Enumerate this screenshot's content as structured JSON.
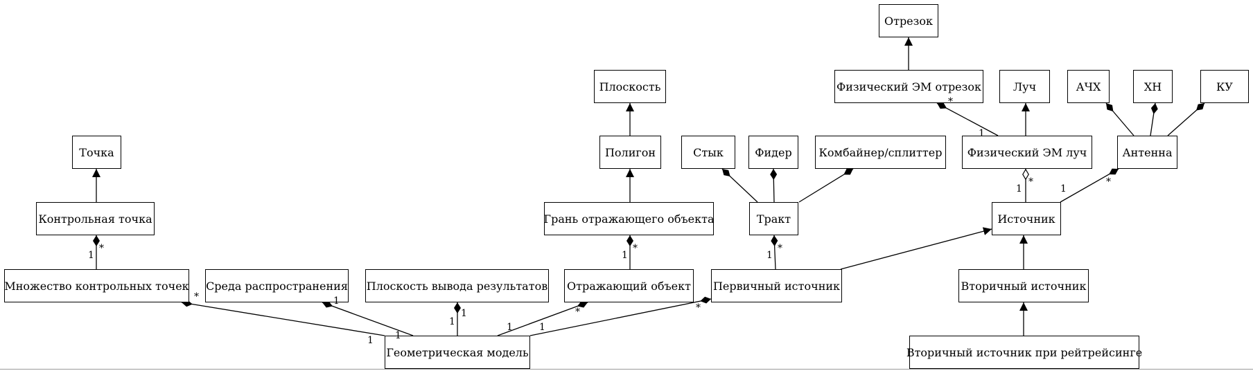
{
  "nodes": [
    {
      "id": "otrezok",
      "label": "Отрезок"
    },
    {
      "id": "ploskost",
      "label": "Плоскость"
    },
    {
      "id": "fiz-em-otrezok",
      "label": "Физический ЭМ отрезок"
    },
    {
      "id": "luch",
      "label": "Луч"
    },
    {
      "id": "achh",
      "label": "АЧХ"
    },
    {
      "id": "hn",
      "label": "ХН"
    },
    {
      "id": "ku",
      "label": "КУ"
    },
    {
      "id": "tochka",
      "label": "Точка"
    },
    {
      "id": "poligon",
      "label": "Полигон"
    },
    {
      "id": "styk",
      "label": "Стык"
    },
    {
      "id": "fider",
      "label": "Фидер"
    },
    {
      "id": "kombainer",
      "label": "Комбайнер/сплиттер"
    },
    {
      "id": "fiz-em-luch",
      "label": "Физический ЭМ луч"
    },
    {
      "id": "antenna",
      "label": "Антенна"
    },
    {
      "id": "kontrolnaya-tochka",
      "label": "Контрольная точка"
    },
    {
      "id": "gran",
      "label": "Грань отражающего объекта"
    },
    {
      "id": "trakt",
      "label": "Тракт"
    },
    {
      "id": "istochnik",
      "label": "Источник"
    },
    {
      "id": "mnozhestvo",
      "label": "Множество контрольных точек"
    },
    {
      "id": "sreda",
      "label": "Среда распространения"
    },
    {
      "id": "ploskost-vyvoda",
      "label": "Плоскость вывода результатов"
    },
    {
      "id": "otrazhayushiy",
      "label": "Отражающий объект"
    },
    {
      "id": "pervichny",
      "label": "Первичный источник"
    },
    {
      "id": "vtorichny",
      "label": "Вторичный источник"
    },
    {
      "id": "vtorichny-rt",
      "label": "Вторичный источник при рейтрейсинге"
    },
    {
      "id": "geom-model",
      "label": "Геометрическая модель"
    }
  ],
  "edges": [
    {
      "from": "fiz-em-otrezok",
      "to": "otrezok",
      "kind": "inheritance"
    },
    {
      "from": "poligon",
      "to": "ploskost",
      "kind": "inheritance"
    },
    {
      "from": "fiz-em-luch",
      "to": "luch",
      "kind": "inheritance"
    },
    {
      "from": "kontrolnaya-tochka",
      "to": "tochka",
      "kind": "inheritance"
    },
    {
      "from": "gran",
      "to": "poligon",
      "kind": "inheritance"
    },
    {
      "from": "pervichny",
      "to": "istochnik",
      "kind": "inheritance"
    },
    {
      "from": "vtorichny",
      "to": "istochnik",
      "kind": "inheritance"
    },
    {
      "from": "vtorichny-rt",
      "to": "vtorichny",
      "kind": "inheritance"
    },
    {
      "from": "fiz-em-luch",
      "to": "fiz-em-otrezok",
      "kind": "composition",
      "near_whole": "*",
      "near_part": "1"
    },
    {
      "from": "antenna",
      "to": "achh",
      "kind": "composition"
    },
    {
      "from": "antenna",
      "to": "hn",
      "kind": "composition"
    },
    {
      "from": "antenna",
      "to": "ku",
      "kind": "composition"
    },
    {
      "from": "trakt",
      "to": "styk",
      "kind": "composition"
    },
    {
      "from": "trakt",
      "to": "fider",
      "kind": "composition"
    },
    {
      "from": "trakt",
      "to": "kombainer",
      "kind": "composition"
    },
    {
      "from": "istochnik",
      "to": "fiz-em-luch",
      "kind": "aggregation",
      "near_whole": "*",
      "near_part": "1"
    },
    {
      "from": "istochnik",
      "to": "antenna",
      "kind": "composition",
      "near_whole": "*",
      "near_part": "1"
    },
    {
      "from": "mnozhestvo",
      "to": "kontrolnaya-tochka",
      "kind": "composition",
      "near_whole": "*",
      "near_part": "1"
    },
    {
      "from": "otrazhayushiy",
      "to": "gran",
      "kind": "composition",
      "near_whole": "*",
      "near_part": "1"
    },
    {
      "from": "pervichny",
      "to": "trakt",
      "kind": "composition",
      "near_whole": "*",
      "near_part": "1"
    },
    {
      "from": "geom-model",
      "to": "mnozhestvo",
      "kind": "composition",
      "near_whole": "*",
      "near_part": "1"
    },
    {
      "from": "geom-model",
      "to": "sreda",
      "kind": "composition",
      "near_whole": "1",
      "near_part": "1"
    },
    {
      "from": "geom-model",
      "to": "ploskost-vyvoda",
      "kind": "composition",
      "near_whole": "1",
      "near_part": "1"
    },
    {
      "from": "geom-model",
      "to": "otrazhayushiy",
      "kind": "composition",
      "near_whole": "*",
      "near_part": "1"
    },
    {
      "from": "geom-model",
      "to": "pervichny",
      "kind": "composition",
      "near_whole": "*",
      "near_part": "1"
    }
  ]
}
